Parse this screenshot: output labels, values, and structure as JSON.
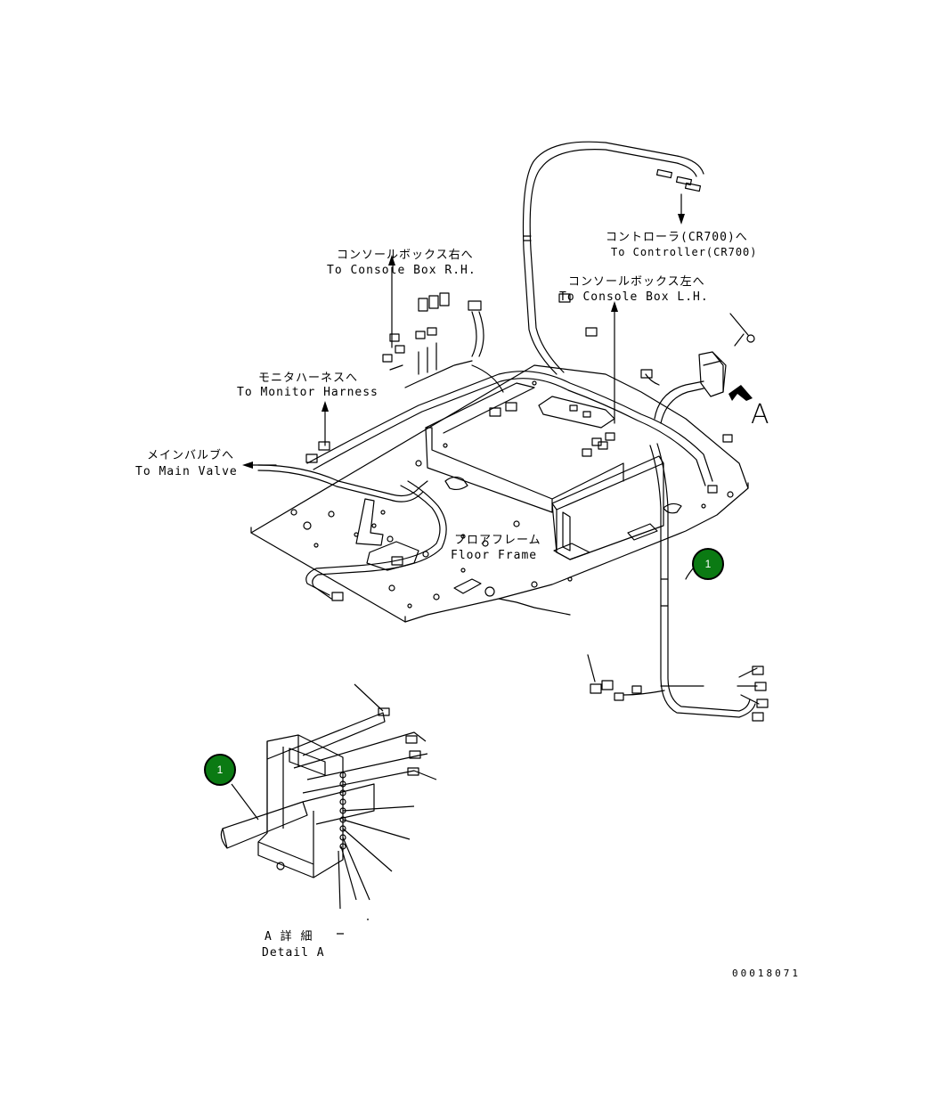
{
  "labels": {
    "controller_jp": "コントローラ(CR700)へ",
    "controller_en": "To Controller(CR700)",
    "console_rh_jp": "コンソールボックス右へ",
    "console_rh_en": "To Console Box R.H.",
    "console_lh_jp": "コンソールボックス左へ",
    "console_lh_en": "To Console Box L.H.",
    "monitor_jp": "モニタハーネスへ",
    "monitor_en": "To Monitor Harness",
    "main_valve_jp": "メインバルブへ",
    "main_valve_en": "To Main Valve",
    "floor_jp": "フロアフレーム",
    "floor_en": "Floor Frame",
    "detail_jp": "A 詳 細",
    "detail_en": "Detail A",
    "view_letter": "A",
    "drawing_number": "00018071"
  },
  "callouts": [
    {
      "number": "1"
    },
    {
      "number": "1"
    }
  ]
}
